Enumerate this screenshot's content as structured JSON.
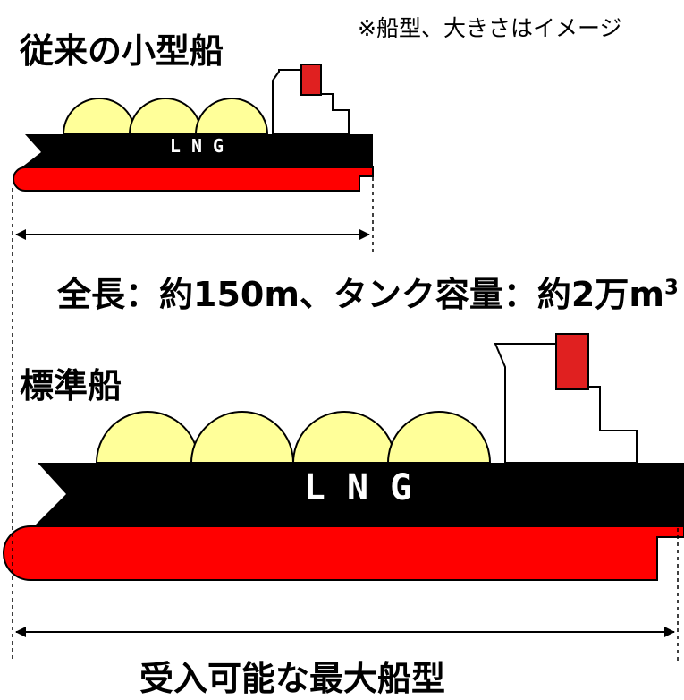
{
  "note": "※船型、大きさはイメージ",
  "small_ship": {
    "title": "従来の小型船",
    "hull_text": "L N G",
    "spec_text": "全長：約150m、タンク容量：約2万m",
    "spec_superscript": "3"
  },
  "standard_ship": {
    "title": "標準船",
    "hull_text": "L N G",
    "caption": "受入可能な最大船型"
  },
  "colors": {
    "hull_black": "#000000",
    "hull_red": "#ff0000",
    "tank_fill": "#ffff99",
    "stack_red": "#e02020",
    "superstructure": "#ffffff"
  }
}
